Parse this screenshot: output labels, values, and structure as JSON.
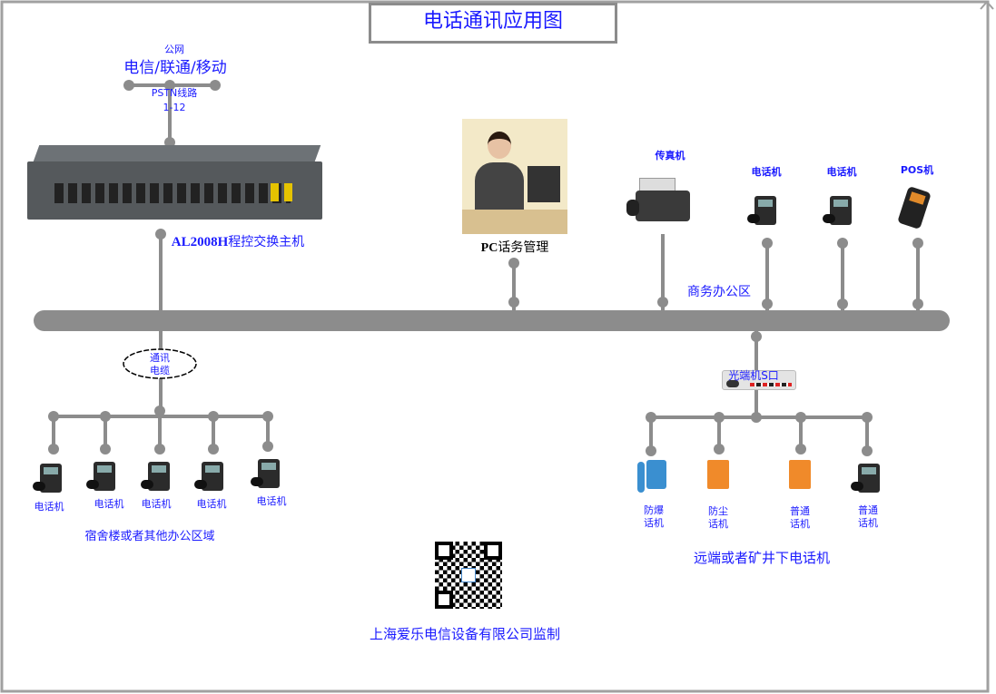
{
  "title": "电话通讯应用图",
  "pstn": {
    "public_net": "公网",
    "carriers": "电信/联通/移动",
    "line_label": "PSTN线路",
    "line_range": "1-12"
  },
  "pbx": {
    "label_model": "AL2008H",
    "label_text": "程控交换主机"
  },
  "pc": {
    "label_pc": "PC",
    "label_text": "话务管理"
  },
  "office": {
    "fax": "传真机",
    "phone1": "电话机",
    "phone2": "电话机",
    "pos": "POS机",
    "area": "商务办公区"
  },
  "cable": {
    "line1": "通讯",
    "line2": "电缆"
  },
  "dorm": {
    "phones": [
      "电话机",
      "电话机",
      "电话机",
      "电话机",
      "电话机"
    ],
    "area": "宿舍楼或者其他办公区域"
  },
  "fiber": {
    "label": "光端机S口"
  },
  "remote": {
    "phones": [
      [
        "防爆",
        "话机"
      ],
      [
        "防尘",
        "话机"
      ],
      [
        "普通",
        "话机"
      ],
      [
        "普通",
        "话机"
      ]
    ],
    "area": "远端或者矿井下电话机"
  },
  "footer": "上海爱乐电信设备有限公司监制",
  "colors": {
    "text": "#1a1aff",
    "wire": "#8c8c8c"
  }
}
